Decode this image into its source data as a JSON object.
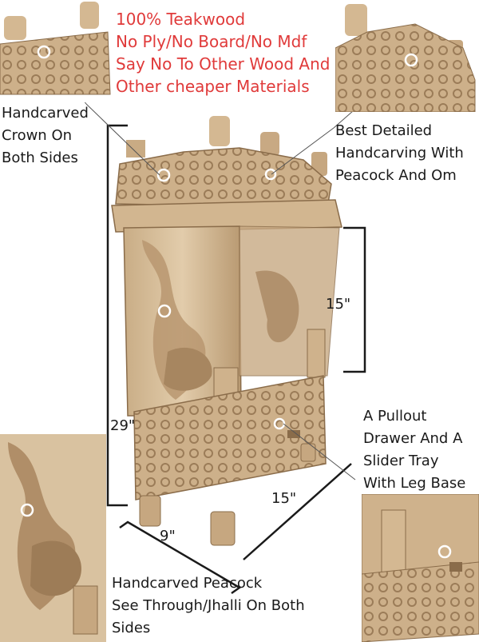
{
  "header_text": "100% Teakwood\nNo Ply/No Board/No Mdf\nSay No To Other Wood And\nOther cheaper Materials",
  "annotations": {
    "crown": "Handcarved\nCrown On\nBoth Sides",
    "peacock_om": "Best Detailed\nHandcarving With\nPeacock And Om",
    "drawer": "A Pullout\nDrawer And A\nSlider Tray\nWith Leg Base",
    "jhalli": "Handcarved Peacock\nSee Through/Jhalli On Both\nSides"
  },
  "dimensions": {
    "height": "29\"",
    "inner_height": "15\"",
    "depth": "15\"",
    "width": "9\""
  },
  "colors": {
    "wood_light": "#d9c2a0",
    "wood_mid": "#b99a72",
    "wood_dark": "#8a6c4a",
    "header_red": "#e03a3a"
  }
}
